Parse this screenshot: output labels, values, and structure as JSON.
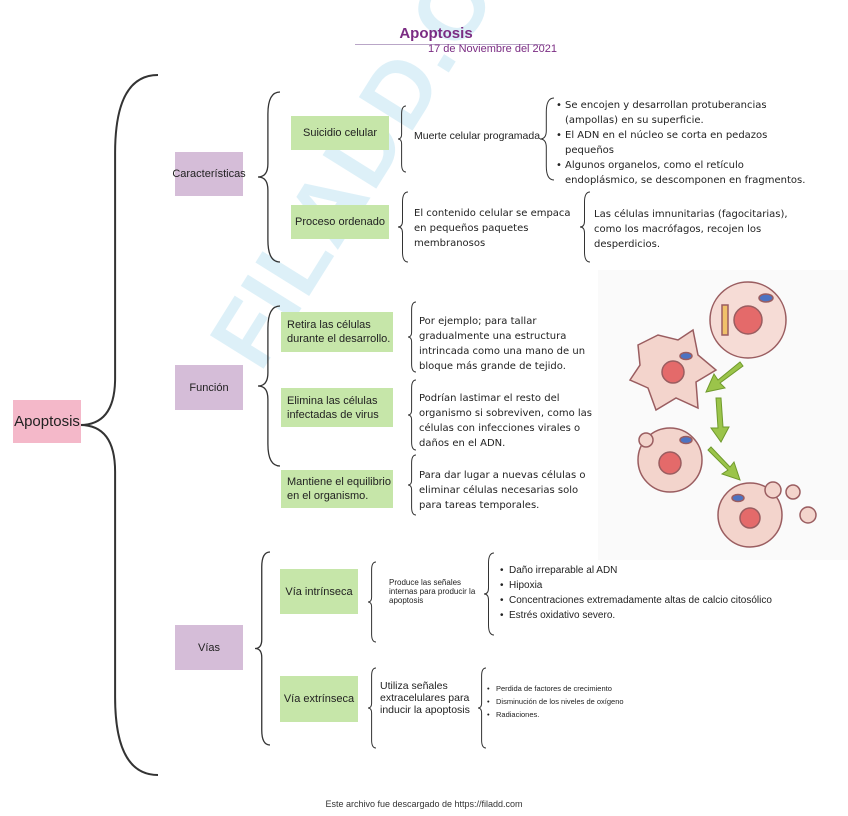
{
  "header": {
    "title": "Apoptosis",
    "date": "17 de Noviembre del 2021"
  },
  "root": {
    "label": "Apoptosis"
  },
  "caracteristicas": {
    "label": "Características",
    "suicidio": {
      "label": "Suicidio celular",
      "detail": "Muerte celular programada",
      "bullets": [
        "Se encojen y desarrollan protuberancias (ampollas) en su superficie.",
        "El ADN en el núcleo se corta en pedazos pequeños",
        "Algunos organelos, como el retículo endoplásmico, se descomponen en fragmentos."
      ]
    },
    "proceso": {
      "label": "Proceso ordenado",
      "detail": "El contenido celular se empaca en pequeños paquetes membranosos",
      "extra": "Las células imnunitarias (fagocitarias), como los macrófagos, recojen los desperdicios."
    }
  },
  "funcion": {
    "label": "Función",
    "items": [
      {
        "label": "Retira las células durante el desarrollo.",
        "detail": "Por ejemplo; para tallar gradualmente una estructura intrincada como una mano de un bloque más grande de tejido."
      },
      {
        "label": "Elimina las células infectadas de virus",
        "detail": "Podrían lastimar el resto del organismo si sobreviven, como las células con infecciones virales o daños en el ADN."
      },
      {
        "label": "Mantiene el equilibrio en el organismo.",
        "detail": "Para dar lugar a nuevas células o eliminar células necesarias solo para tareas temporales."
      }
    ]
  },
  "vias": {
    "label": "Vías",
    "intrinseca": {
      "label": "Vía intrínseca",
      "detail": "Produce las señales internas para producir la apoptosis",
      "bullets": [
        "Daño irreparable al ADN",
        "Hipoxia",
        "Concentraciones extremadamente altas de calcio citosólico",
        "Estrés oxidativo severo."
      ]
    },
    "extrinseca": {
      "label": "Vía extrínseca",
      "detail": "Utiliza señales extracelulares para inducir la apoptosis",
      "bullets": [
        "Perdida de factores de crecimiento",
        "Disminución de los niveles de oxígeno",
        "Radiaciones."
      ]
    }
  },
  "watermark": "FILADD.COM",
  "footer": "Este archivo fue descargado de https://filadd.com",
  "colors": {
    "title": "#7b2c83",
    "root": "#f4b8c9",
    "category": "#d5bdd8",
    "leaf": "#c6e6a9",
    "watermark": "#5bb9df"
  }
}
